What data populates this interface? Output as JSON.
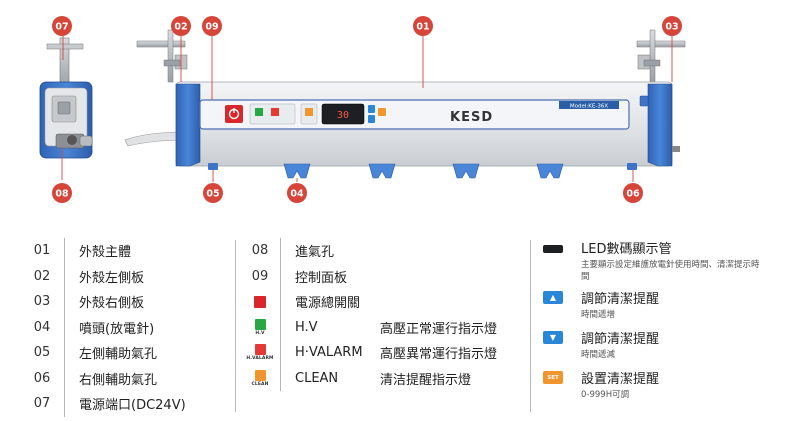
{
  "panel": {
    "brand": "KESD",
    "model": "Model:KE-36X",
    "display_value": "30"
  },
  "callouts": {
    "c07": "07",
    "c02": "02",
    "c09": "09",
    "c01": "01",
    "c03": "03",
    "c08": "08",
    "c05": "05",
    "c04": "04",
    "c06": "06"
  },
  "legend_left": [
    {
      "num": "01",
      "name": "外殼主體"
    },
    {
      "num": "02",
      "name": "外殼左側板"
    },
    {
      "num": "03",
      "name": "外殼右側板"
    },
    {
      "num": "04",
      "name": "噴頭(放電針)"
    },
    {
      "num": "05",
      "name": "左側輔助氣孔"
    },
    {
      "num": "06",
      "name": "右側輔助氣孔"
    },
    {
      "num": "07",
      "name": "電源端口(DC24V)"
    }
  ],
  "legend_mid": {
    "r1": {
      "num": "08",
      "name": "進氣孔"
    },
    "r2": {
      "num": "09",
      "name": "控制面板"
    },
    "r3": {
      "name": "電源總開關"
    },
    "r4": {
      "icon_label": "H.V",
      "name": "H.V",
      "desc": "高壓正常運行指示燈"
    },
    "r5": {
      "icon_label": "H.VALARM",
      "name": "H·VALARM",
      "desc": "高壓異常運行指示燈"
    },
    "r6": {
      "icon_label": "CLEAN",
      "name": "CLEAN",
      "desc": "清洁提醒指示燈"
    }
  },
  "legend_right": {
    "r1": {
      "title": "LED數碼顯示管",
      "desc": "主要顯示設定維護放電針使用時間、清潔提示時間"
    },
    "r2": {
      "title": "調節清潔提醒",
      "desc": "時間遞增"
    },
    "r3": {
      "title": "調節清潔提醒",
      "desc": "時間遞減"
    },
    "r4": {
      "icon_label": "SET",
      "title": "設置清潔提醒",
      "desc": "0-999H可調"
    }
  },
  "colors": {
    "callout_red": "#d6453a",
    "body_blue": "#3d74c8",
    "power_red": "#d9262b",
    "hv_green": "#28a745",
    "alarm_red": "#e53935",
    "clean_orange": "#f0962c",
    "arrow_blue": "#2a86d6"
  }
}
